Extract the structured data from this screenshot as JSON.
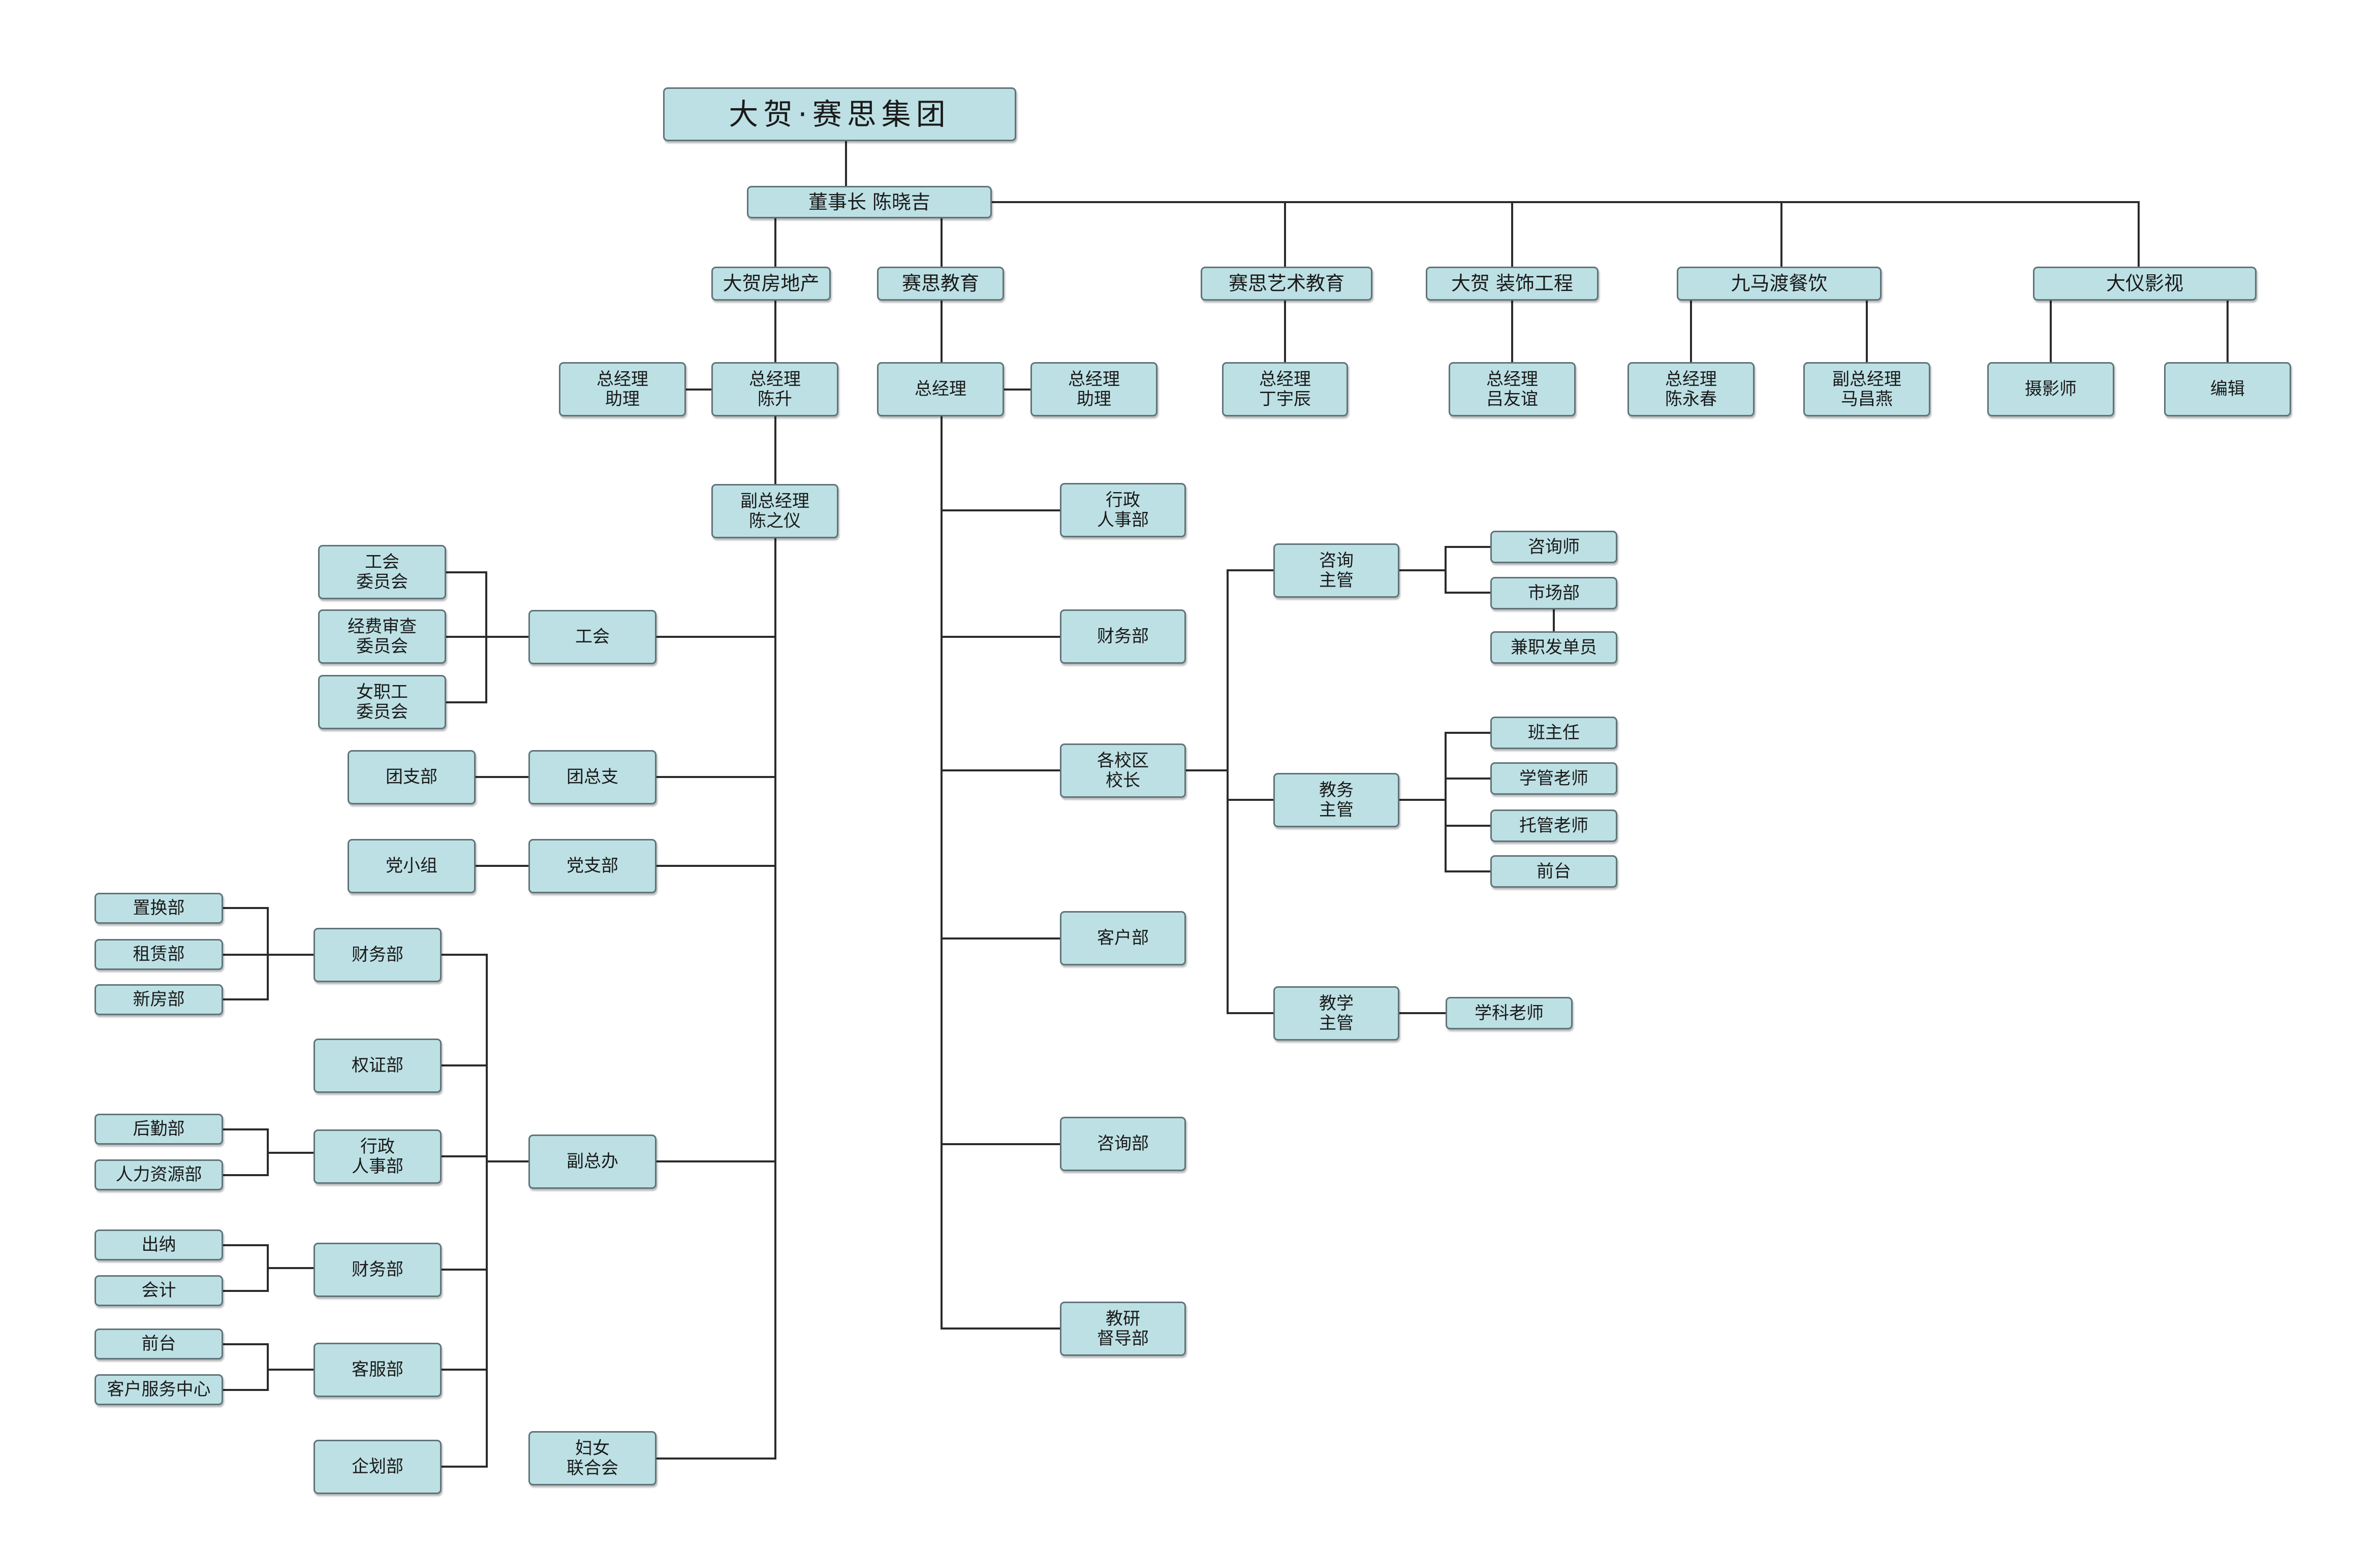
{
  "colors": {
    "box_fill": "#bde0e4",
    "box_border": "#5f7479",
    "connector": "#2b2b2b",
    "background": "#ffffff"
  },
  "group": {
    "title": "大贺·赛思集团",
    "chairman": "董事长 陈晓吉"
  },
  "companies": {
    "real_estate": "大贺房地产",
    "education": "赛思教育",
    "art_education": "赛思艺术教育",
    "decoration": "大贺 装饰工程",
    "catering": "九马渡餐饮",
    "film": "大仪影视"
  },
  "real_estate": {
    "gm_assistant": "总经理\n助理",
    "gm": "总经理\n陈升",
    "vice_gm": "副总经理\n陈之仪",
    "union": "工会",
    "union_committee": "工会\n委员会",
    "audit_committee": "经费审查\n委员会",
    "women_committee": "女职工\n委员会",
    "youth_general": "团总支",
    "youth_branch": "团支部",
    "party_branch": "党支部",
    "party_group": "党小组",
    "vice_office": "副总办",
    "finance_dept_1": "财务部",
    "exchange_dept": "置换部",
    "rental_dept": "租赁部",
    "new_house_dept": "新房部",
    "title_dept": "权证部",
    "admin_hr_dept": "行政\n人事部",
    "logistics_dept": "后勤部",
    "hr_dept": "人力资源部",
    "finance_dept_2": "财务部",
    "cashier": "出纳",
    "accountant": "会计",
    "service_dept": "客服部",
    "reception": "前台",
    "customer_center": "客户服务中心",
    "planning_dept": "企划部",
    "women_federation": "妇女\n联合会"
  },
  "education": {
    "gm": "总经理",
    "gm_assistant": "总经理\n助理",
    "admin_hr": "行政\n人事部",
    "finance": "财务部",
    "campus_principal": "各校区\n校长",
    "client_dept": "客户部",
    "consult_dept": "咨询部",
    "research_dept": "教研\n督导部",
    "consult_supervisor": "咨询\n主管",
    "consultant": "咨询师",
    "marketing": "市场部",
    "flyer_staff": "兼职发单员",
    "academic_supervisor": "教务\n主管",
    "head_teacher": "班主任",
    "study_teacher": "学管老师",
    "care_teacher": "托管老师",
    "front_desk": "前台",
    "teaching_supervisor": "教学\n主管",
    "subject_teacher": "学科老师"
  },
  "art_education": {
    "gm": "总经理\n丁宇辰"
  },
  "decoration": {
    "gm": "总经理\n吕友谊"
  },
  "catering": {
    "gm": "总经理\n陈永春",
    "vice_gm": "副总经理\n马昌燕"
  },
  "film": {
    "photographer": "摄影师",
    "editor": "编辑"
  }
}
